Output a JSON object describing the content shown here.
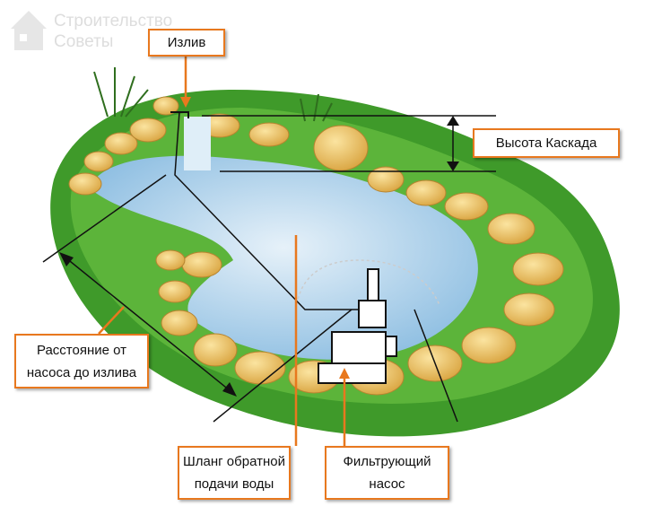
{
  "watermark": {
    "line1": "Строительство",
    "line2": "Советы"
  },
  "labels": {
    "spout": "Излив",
    "cascade_height": "Высота Каскада",
    "distance_line1": "Расстояние от",
    "distance_line2": "насоса до излива",
    "hose_line1": "Шланг обратной",
    "hose_line2": "подачи воды",
    "pump_line1": "Фильтрующий",
    "pump_line2": "насос"
  },
  "colors": {
    "accent": "#e8781e",
    "water": "#bcd9ee",
    "stone": "#f0c56a",
    "grass": "#3f9a2a"
  }
}
